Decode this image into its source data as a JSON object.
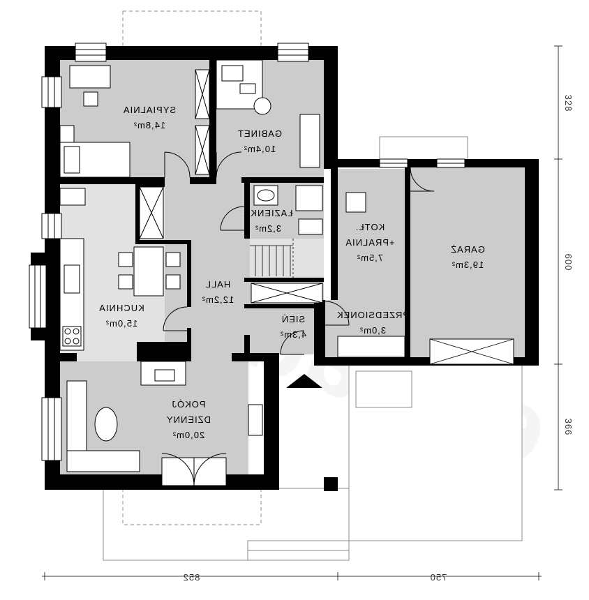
{
  "rooms": {
    "sypialnia": {
      "name": "SYPIALNIA",
      "area": "14,8m²"
    },
    "gabinet": {
      "name": "GABINET",
      "area": "10,4m²"
    },
    "lazienka": {
      "name": "ŁAZIENKA",
      "area": "3,2m²"
    },
    "kotlownia": {
      "name1": "KOTŁ.",
      "name2": "+PRALNIA",
      "area": "7,5m²"
    },
    "garaz": {
      "name": "GARAŻ",
      "area": "19,3m²"
    },
    "hall": {
      "name": "HALL",
      "area": "12,2m²"
    },
    "kuchnia": {
      "name": "KUCHNIA",
      "area": "15,0m²"
    },
    "sien": {
      "name": "SIEŃ",
      "area": "4,3m²"
    },
    "przedsionek": {
      "name": "PRZEDSIONEK",
      "area": "3,0m²"
    },
    "pokoj": {
      "name1": "POKÓJ",
      "name2": "DZIENNY",
      "area": "20,0m²"
    }
  },
  "dimensions": {
    "bottom_left": "852",
    "bottom_right": "750",
    "right_top": "328",
    "right_middle": "600",
    "right_bottom": "366"
  },
  "watermark": "extradom",
  "colors": {
    "wall": "#000000",
    "floor_dark": "#cccccc",
    "floor_light": "#e2e2e2",
    "outline": "#8a8a8a"
  }
}
